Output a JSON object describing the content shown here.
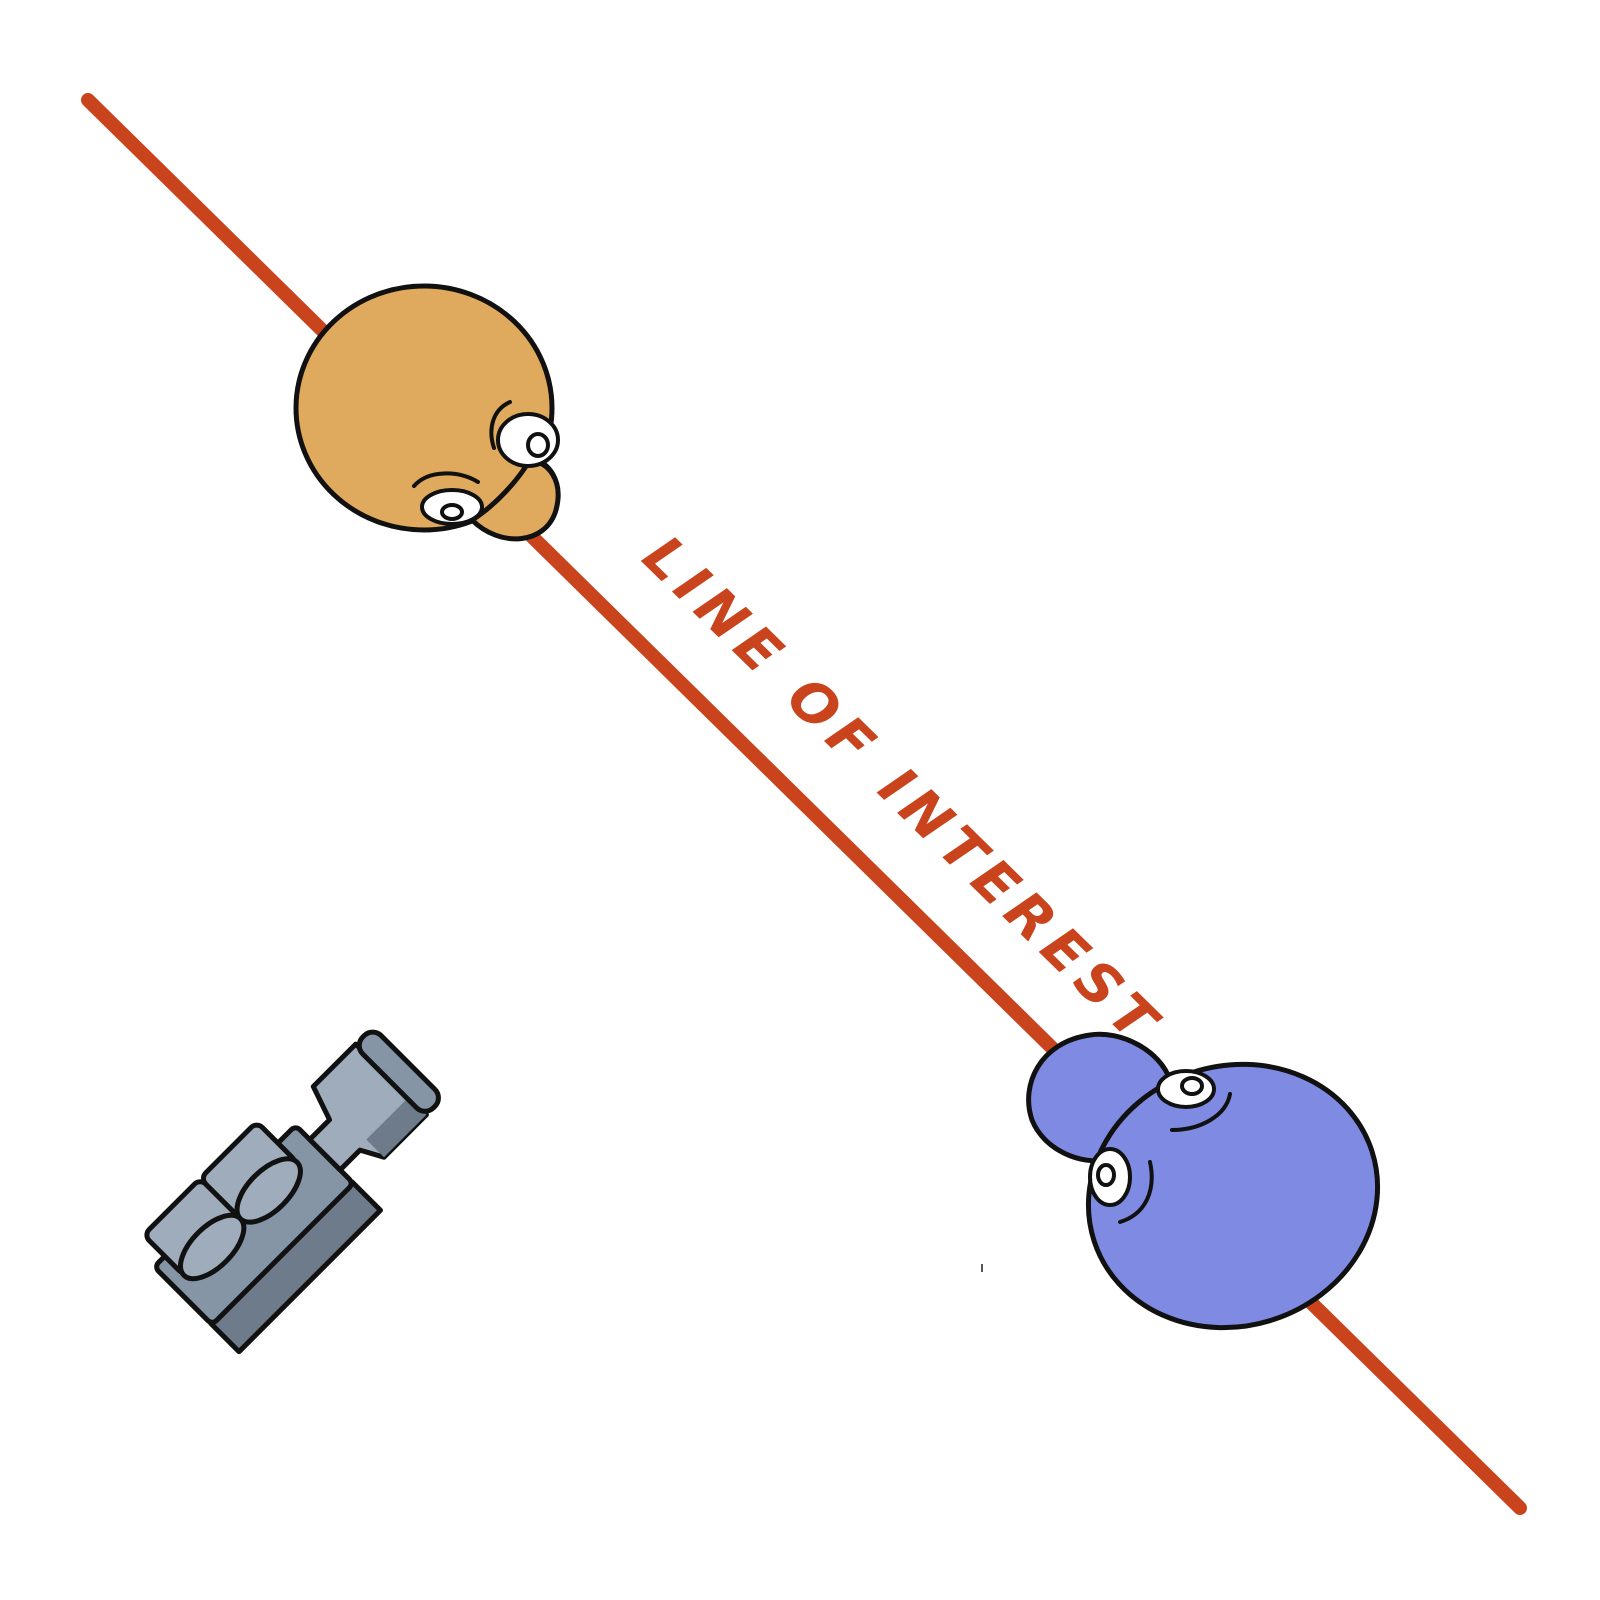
{
  "diagram": {
    "line_label": "LINE OF INTEREST",
    "colors": {
      "line": "#c9431c",
      "person_a": "#e0aa5e",
      "person_b": "#7f8be3",
      "camera_light": "#9eacbb",
      "camera_mid": "#8595a6",
      "camera_dark": "#6d7b8a",
      "outline": "#111111"
    },
    "elements": {
      "person_a": "orange-character-top-view",
      "person_b": "blue-character-top-view",
      "camera": "camera-icon"
    }
  }
}
